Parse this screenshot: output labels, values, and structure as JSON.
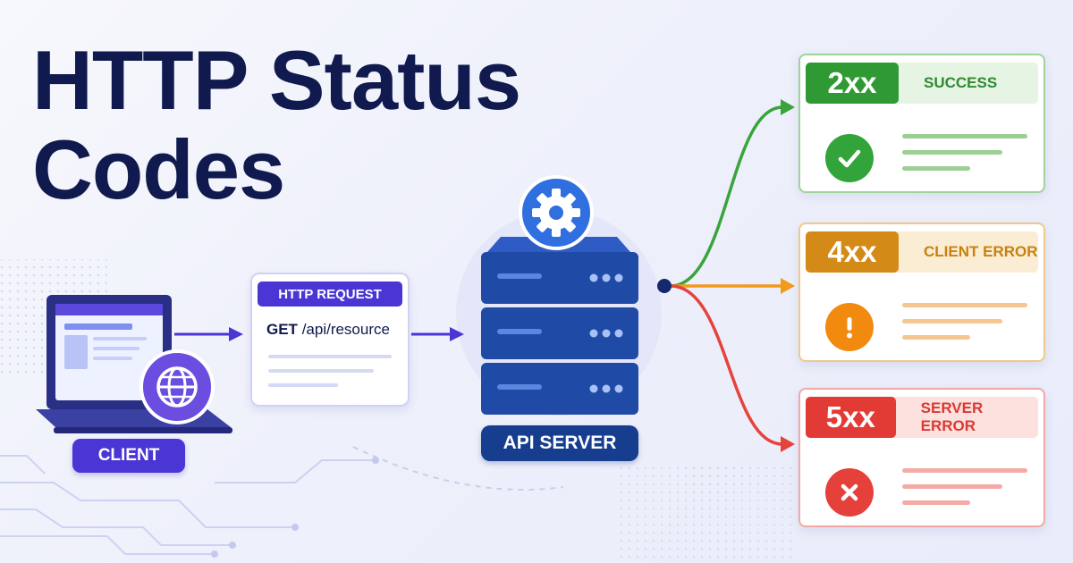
{
  "title": {
    "line1": "HTTP Status",
    "line2": "Codes"
  },
  "client": {
    "label": "CLIENT",
    "icon": "globe-icon"
  },
  "request": {
    "header": "HTTP REQUEST",
    "method": "GET",
    "path": "/api/resource"
  },
  "server": {
    "label": "API SERVER",
    "icon": "gear-icon"
  },
  "statuses": [
    {
      "code": "2xx",
      "label": "SUCCESS",
      "icon": "check-icon",
      "color": "#2f9a34"
    },
    {
      "code": "4xx",
      "label": "CLIENT ERROR",
      "icon": "exclamation-icon",
      "color": "#d48a16"
    },
    {
      "code": "5xx",
      "label": "SERVER ERROR",
      "icon": "x-icon",
      "color": "#e23a34"
    }
  ],
  "colors": {
    "navy": "#101a4e",
    "purple": "#4a36d4",
    "server_blue": "#163d8e"
  }
}
